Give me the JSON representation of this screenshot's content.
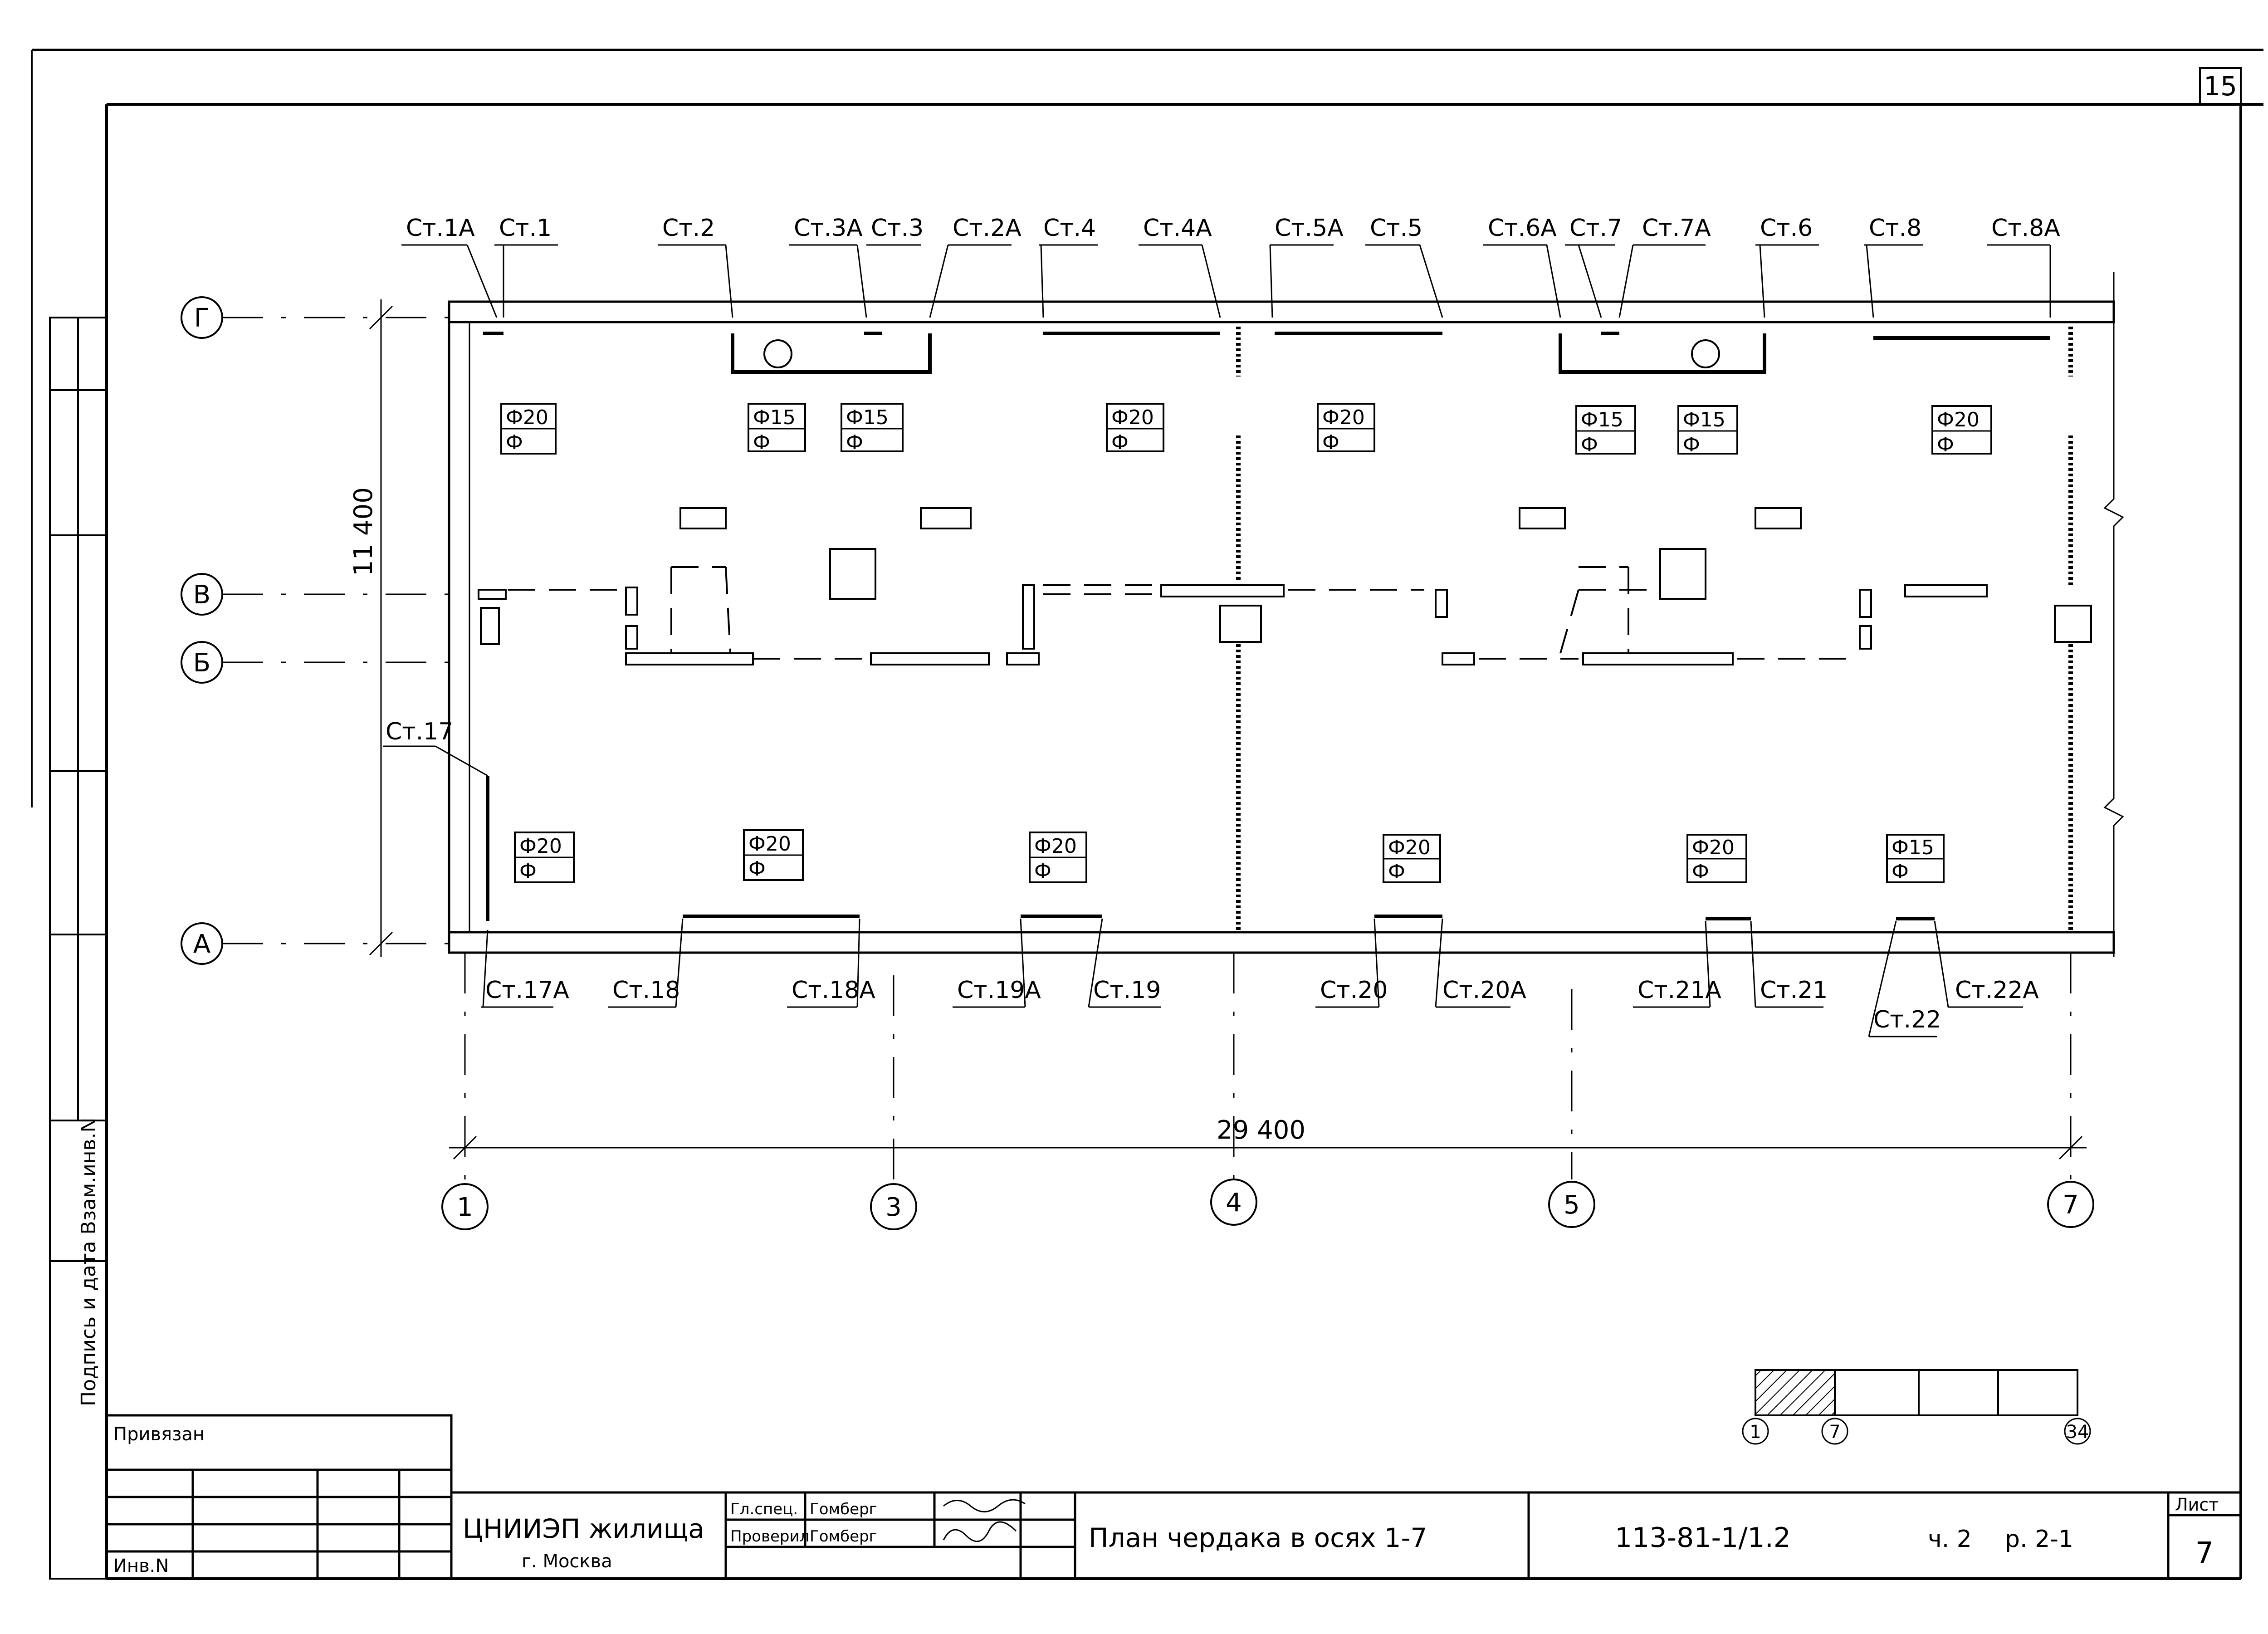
{
  "sheet_number": "15",
  "title": "План чердака в осях 1-7",
  "organization": "ЦНИИЭП жилища",
  "city": "г. Москва",
  "designation": "113-81-1/1.2",
  "part": "ч. 2",
  "section": "р. 2-1",
  "sheet_label": "Лист",
  "sheet_value": "7",
  "attached_label": "Привязан",
  "inv_label": "Инв.N",
  "roles": [
    "Гл.спец.",
    "Проверил"
  ],
  "names": [
    "Гомберг",
    "Гомберг"
  ],
  "side_stamp": "Подпись и дата Взам.инв.N",
  "dimensions": {
    "overall": "29 400",
    "height": "11 400"
  },
  "axes_letters": [
    "Г",
    "В",
    "Б",
    "А"
  ],
  "axes_numbers": [
    "1",
    "3",
    "4",
    "5",
    "7"
  ],
  "key_plan_labels": [
    "1",
    "7",
    "34"
  ],
  "top_labels": [
    "Ст.1А",
    "Ст.1",
    "Ст.2",
    "Ст.3А",
    "Ст.3",
    "Ст.2А",
    "Ст.4",
    "Ст.4А",
    "Ст.5А",
    "Ст.5",
    "Ст.6А",
    "Ст.7",
    "Ст.7А",
    "Ст.6",
    "Ст.8",
    "Ст.8А"
  ],
  "bottom_labels": [
    "Ст.17А",
    "Ст.18",
    "Ст.18А",
    "Ст.19А",
    "Ст.19",
    "Ст.20",
    "Ст.20А",
    "Ст.21А",
    "Ст.21",
    "Ст.22",
    "Ст.22А"
  ],
  "side_label": "Ст.17",
  "pipes_top": [
    "Ф20",
    "Ф15",
    "Ф15",
    "Ф20",
    "Ф20",
    "Ф15",
    "Ф15",
    "Ф20"
  ],
  "pipes_bottom": [
    "Ф20",
    "Ф20",
    "Ф20",
    "Ф20",
    "Ф20",
    "Ф15"
  ],
  "pipe_sub": "Ф"
}
